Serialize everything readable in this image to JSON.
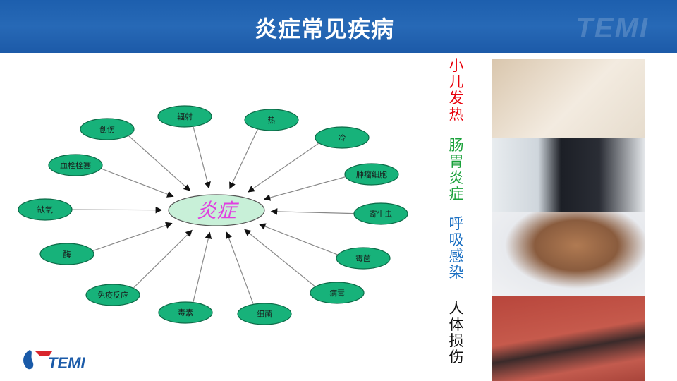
{
  "title": "炎症常见疾病",
  "watermark": "TEMI",
  "diagram": {
    "center": "炎症",
    "causes": [
      "创伤",
      "辐射",
      "热",
      "冷",
      "肿瘤细胞",
      "寄生虫",
      "霉菌",
      "病毒",
      "细菌",
      "毒素",
      "免疫反应",
      "酶",
      "缺氧",
      "血栓栓塞"
    ]
  },
  "categories": [
    {
      "label": "小儿发热",
      "color": "#e8000b"
    },
    {
      "label": "肠胃炎症",
      "color": "#1aa13a"
    },
    {
      "label": "呼吸感染",
      "color": "#1a6fc2"
    },
    {
      "label": "人体损伤",
      "color": "#111111"
    }
  ],
  "logo_text": "TEMI"
}
